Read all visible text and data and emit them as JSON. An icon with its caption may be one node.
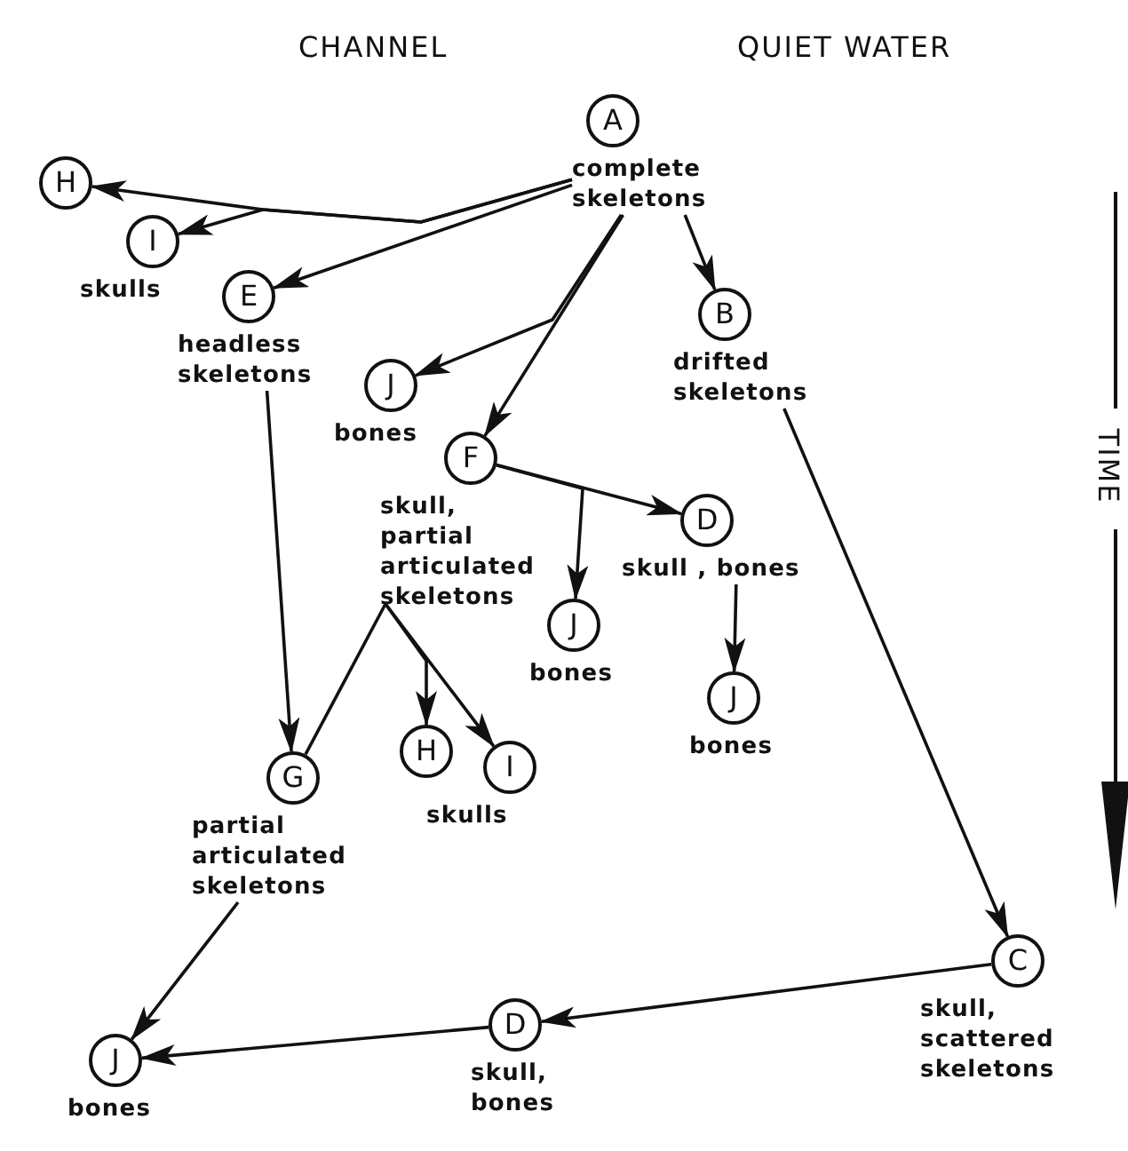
{
  "diagram": {
    "nodes": [
      {
        "text": [
          "A"
        ],
        "beside": [
          "complete skeletons"
        ]
      },
      {
        "text": [
          "H"
        ]
      },
      {
        "text": [
          "I"
        ],
        "beside": [
          "skulls"
        ]
      },
      {
        "text": [
          "E"
        ],
        "beside": [
          "headless skeletons"
        ]
      },
      {
        "text": [
          "B"
        ],
        "beside": [
          "drifted skeletons"
        ]
      },
      {
        "text": [
          "J"
        ],
        "beside": [
          "bones"
        ]
      },
      {
        "text": [
          "F"
        ],
        "beside": [
          "skull, partial articulated skeletons"
        ]
      },
      {
        "text": [
          "D"
        ],
        "beside": [
          "skull , bones"
        ]
      },
      {
        "text": [
          "J"
        ],
        "beside": [
          "bones"
        ]
      },
      {
        "text": [
          "J"
        ],
        "beside": [
          "bones"
        ]
      },
      {
        "text": [
          "G"
        ],
        "beside": [
          "partial articulated skeletons"
        ]
      },
      {
        "text": [
          "H"
        ]
      },
      {
        "text": [
          "I"
        ],
        "beside": [
          "skulls"
        ]
      },
      {
        "text": [
          "C"
        ],
        "beside": [
          "skull, scattered skeletons"
        ]
      },
      {
        "text": [
          "D"
        ],
        "beside": [
          "skull, bones"
        ]
      },
      {
        "text": [
          "J"
        ],
        "beside": [
          "bones"
        ]
      }
    ],
    "edges": [
      {
        "from": 0,
        "to": 1,
        "arrow": "to"
      },
      {
        "from": 0,
        "to": 2,
        "arrow": "to"
      },
      {
        "from": 0,
        "to": 3,
        "arrow": "to"
      },
      {
        "from": 0,
        "to": 5,
        "arrow": "to"
      },
      {
        "from": 0,
        "to": 6,
        "arrow": "to"
      },
      {
        "from": 0,
        "to": 4,
        "arrow": "to"
      },
      {
        "from": 3,
        "to": 10,
        "arrow": "to"
      },
      {
        "from": 6,
        "to": 7,
        "arrow": "to"
      },
      {
        "from": 6,
        "to": 8,
        "arrow": "to"
      },
      {
        "from": 7,
        "to": 9,
        "arrow": "to"
      },
      {
        "from": 6,
        "to": 10,
        "arrow": "none"
      },
      {
        "from": 6,
        "to": 11,
        "arrow": "to"
      },
      {
        "from": 6,
        "to": 12,
        "arrow": "to"
      },
      {
        "from": 10,
        "to": 15,
        "arrow": "to"
      },
      {
        "from": 4,
        "to": 13,
        "arrow": "to"
      },
      {
        "from": 13,
        "to": 14,
        "arrow": "to"
      },
      {
        "from": 14,
        "to": 15,
        "arrow": "to"
      }
    ],
    "labels": [
      "CHANNEL",
      "QUIET WATER",
      "TIME"
    ]
  }
}
